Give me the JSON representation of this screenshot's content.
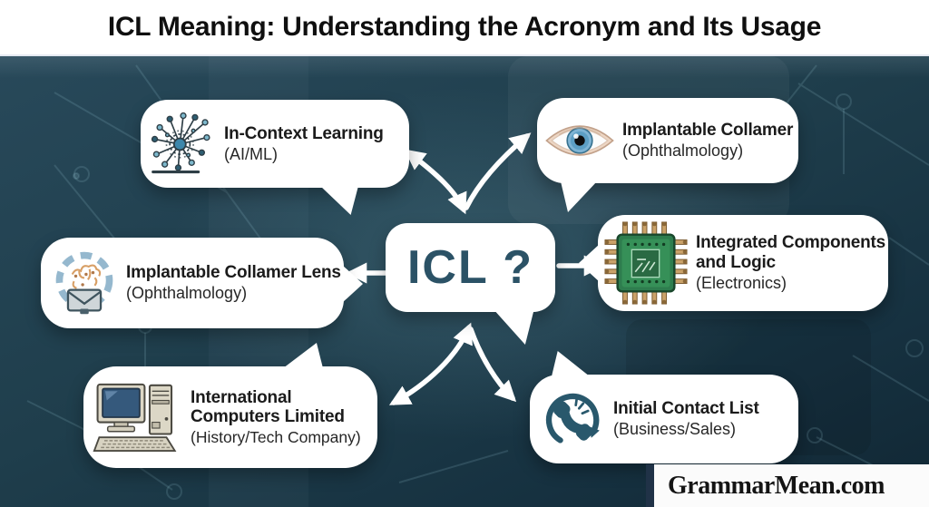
{
  "title": "ICL Meaning: Understanding the Acronym and Its Usage",
  "center": {
    "label": "ICL ?"
  },
  "bubbles": [
    {
      "position": "top-left",
      "term": "In-Context Learning",
      "context": "(AI/ML)",
      "icon": "neural-network-icon"
    },
    {
      "position": "top-right",
      "term": "Implantable Collamer",
      "context": "(Ophthalmology)",
      "icon": "eye-icon"
    },
    {
      "position": "middle-left",
      "term": "Implantable Collamer Lens",
      "context": "(Ophthalmology)",
      "icon": "brain-circuit-mail-icon"
    },
    {
      "position": "middle-right",
      "term": "Integrated Components and Logic",
      "context": "(Electronics)",
      "icon": "microchip-icon"
    },
    {
      "position": "bottom-left",
      "term": "International Computers Limited",
      "context": "(History/Tech Company)",
      "icon": "retro-computer-icon"
    },
    {
      "position": "bottom-right",
      "term": "Initial Contact List",
      "context": "(Business/Sales)",
      "icon": "phone-contact-icon"
    }
  ],
  "watermark": "GrammarMean.com",
  "colors": {
    "canvas_dark": "#163140",
    "canvas_light_glow": "#6998aa",
    "bubble": "#ffffff",
    "title_text": "#0f0f0f",
    "center_text": "#2b5266",
    "arrow": "#ffffff",
    "watermark_bg": "#fbfbfb",
    "watermark_text": "#141414",
    "phone_icon": "#29586c",
    "chip_green": "#2e7d4e"
  }
}
